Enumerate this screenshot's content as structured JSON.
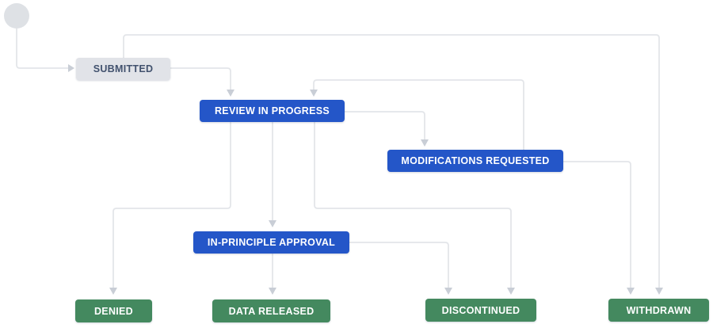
{
  "diagram": {
    "title": "Workflow statuses diagram",
    "nodes": [
      {
        "id": "start",
        "label": "",
        "kind": "start"
      },
      {
        "id": "submitted",
        "label": "SUBMITTED",
        "kind": "initial"
      },
      {
        "id": "review-in-progress",
        "label": "REVIEW IN PROGRESS",
        "kind": "in-progress"
      },
      {
        "id": "modifications-requested",
        "label": "MODIFICATIONS REQUESTED",
        "kind": "in-progress"
      },
      {
        "id": "in-principle-approval",
        "label": "IN-PRINCIPLE APPROVAL",
        "kind": "in-progress"
      },
      {
        "id": "denied",
        "label": "DENIED",
        "kind": "done"
      },
      {
        "id": "data-released",
        "label": "DATA RELEASED",
        "kind": "done"
      },
      {
        "id": "discontinued",
        "label": "DISCONTINUED",
        "kind": "done"
      },
      {
        "id": "withdrawn",
        "label": "WITHDRAWN",
        "kind": "done"
      }
    ],
    "edges": [
      {
        "from": "start",
        "to": "submitted"
      },
      {
        "from": "submitted",
        "to": "review-in-progress"
      },
      {
        "from": "submitted",
        "to": "withdrawn"
      },
      {
        "from": "review-in-progress",
        "to": "modifications-requested"
      },
      {
        "from": "modifications-requested",
        "to": "review-in-progress"
      },
      {
        "from": "modifications-requested",
        "to": "withdrawn"
      },
      {
        "from": "review-in-progress",
        "to": "denied"
      },
      {
        "from": "review-in-progress",
        "to": "in-principle-approval"
      },
      {
        "from": "review-in-progress",
        "to": "discontinued"
      },
      {
        "from": "in-principle-approval",
        "to": "discontinued"
      },
      {
        "from": "in-principle-approval",
        "to": "data-released"
      }
    ],
    "colors": {
      "initial_bg": "#e1e3e8",
      "initial_text": "#42526e",
      "in_progress_bg": "#2456c8",
      "in_progress_text": "#ffffff",
      "done_bg": "#44895f",
      "done_text": "#ffffff",
      "start_circle": "#dee1e5",
      "edge_line": "#e3e5e9",
      "arrowhead": "#c9ced6",
      "background": "#ffffff"
    }
  }
}
